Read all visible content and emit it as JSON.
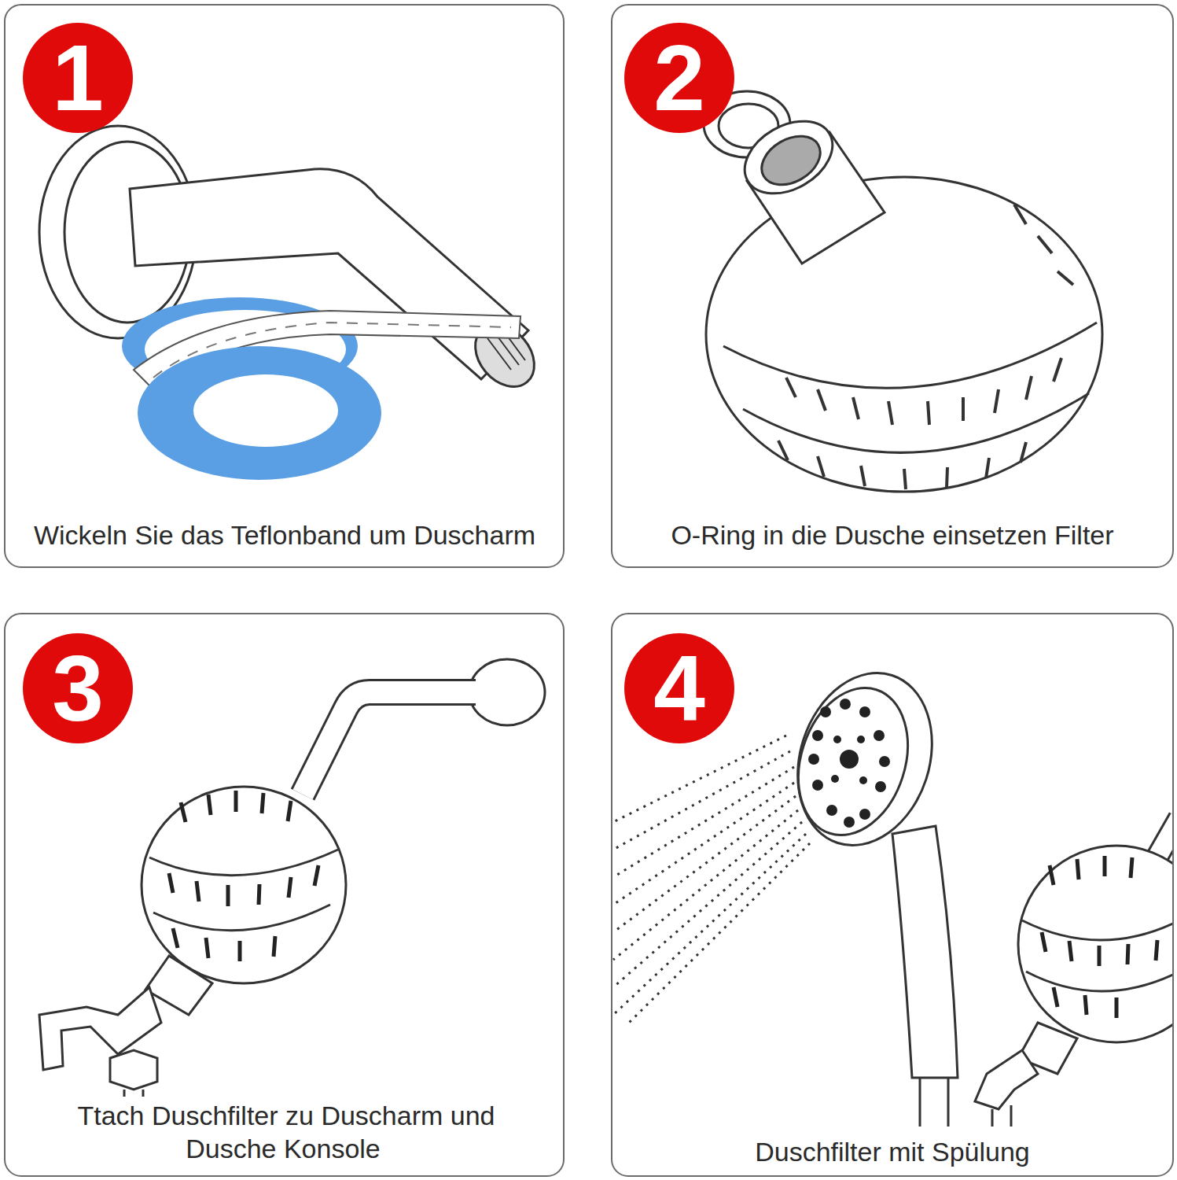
{
  "diagram": {
    "nodes": [
      {
        "text": [
          "Wickeln Sie das Teflonband um Duscharm"
        ]
      },
      {
        "text": [
          "1"
        ],
        "in": 0
      },
      {
        "text": [
          "O-Ring in die Dusche einsetzen Filter"
        ]
      },
      {
        "text": [
          "2"
        ],
        "in": 2
      },
      {
        "text": [
          "Ttach Duschfilter zu Duscharm und Dusche Konsole"
        ]
      },
      {
        "text": [
          "3"
        ],
        "in": 4
      },
      {
        "text": [
          "Duschfilter mit Spülung"
        ]
      },
      {
        "text": [
          "4"
        ],
        "in": 6
      }
    ]
  }
}
